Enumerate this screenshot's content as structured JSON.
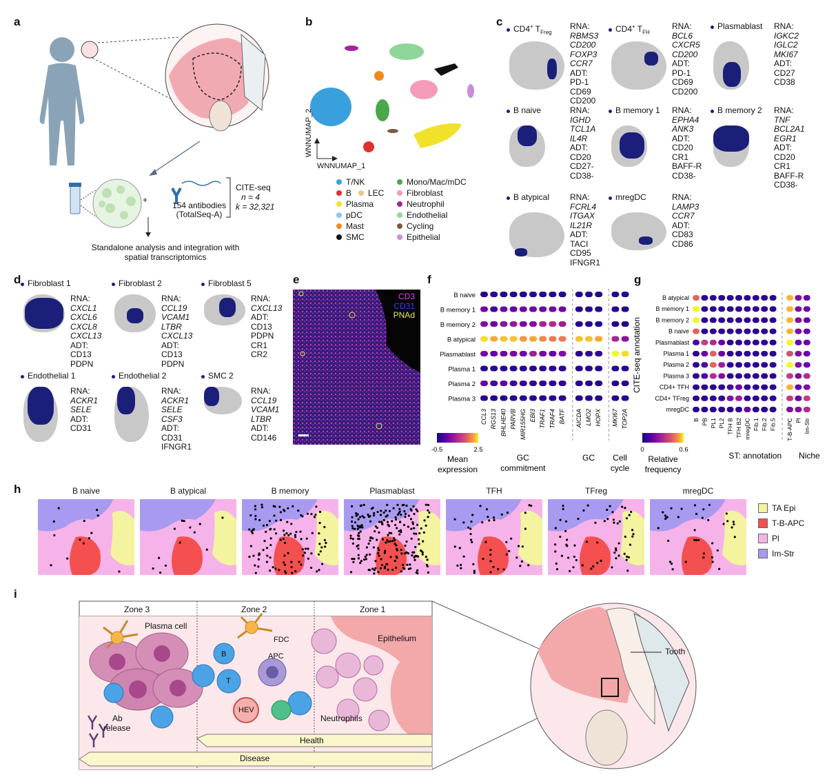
{
  "panel_letters": [
    "a",
    "b",
    "c",
    "d",
    "e",
    "f",
    "g",
    "h",
    "i"
  ],
  "a": {
    "cite_seq": "CITE-seq",
    "n": "n = 4",
    "k": "k = 32,321",
    "plus": "+",
    "antibodies_line1": "154 antibodies",
    "antibodies_line2": "(TotalSeq-A)",
    "caption_line1": "Standalone analysis and integration with",
    "caption_line2": "spatial transcriptomics"
  },
  "b": {
    "yaxis": "WNNUMAP_2",
    "xaxis": "WNNUMAP_1",
    "legend": [
      {
        "label": "T/NK",
        "color": "#3aa0dd"
      },
      {
        "label": "Mono/Mac/mDC",
        "color": "#4aa84a"
      },
      {
        "label": "B",
        "color": "#e0312f"
      },
      {
        "label": "LEC",
        "color": "#f2c28a"
      },
      {
        "label": "Fibroblast",
        "color": "#f39bb8"
      },
      {
        "label": "Plasma",
        "color": "#f2e12b"
      },
      {
        "label": "Neutrophil",
        "color": "#a3259e"
      },
      {
        "label": "pDC",
        "color": "#8fc7ee"
      },
      {
        "label": "Endothelial",
        "color": "#8fd69a"
      },
      {
        "label": "Mast",
        "color": "#f08a1e"
      },
      {
        "label": "Cycling",
        "color": "#7a5a47"
      },
      {
        "label": "SMC",
        "color": "#111111"
      },
      {
        "label": "Epithelial",
        "color": "#cc8ed8"
      }
    ]
  },
  "c": {
    "items": [
      {
        "title": "CD4",
        "sup": "+",
        "sub_prefix": " T",
        "sub": "Freg",
        "rna": [
          "RBMS3",
          "CD200",
          "FOXP3",
          "CCR7"
        ],
        "adt": [
          "PD-1",
          "CD69",
          "CD200"
        ]
      },
      {
        "title": "CD4",
        "sup": "+",
        "sub_prefix": " T",
        "sub": "FH",
        "rna": [
          "BCL6",
          "CXCR5",
          "CD200"
        ],
        "adt": [
          "PD-1",
          "CD69",
          "CD200"
        ]
      },
      {
        "title": "Plasmablast",
        "sup": "",
        "sub_prefix": "",
        "sub": "",
        "rna": [
          "IGKC2",
          "IGLC2",
          "MKI67"
        ],
        "adt": [
          "CD27",
          "CD38"
        ]
      },
      {
        "title": "B naive",
        "sup": "",
        "sub_prefix": "",
        "sub": "",
        "rna": [
          "IGHD",
          "TCL1A",
          "IL4R"
        ],
        "adt": [
          "CD20",
          "CD27-",
          "CD38-"
        ]
      },
      {
        "title": "B memory 1",
        "sup": "",
        "sub_prefix": "",
        "sub": "",
        "rna": [
          "EPHA4",
          "ANK3"
        ],
        "adt": [
          "CD20",
          "CR1",
          "BAFF-R",
          "CD38-"
        ]
      },
      {
        "title": "B memory 2",
        "sup": "",
        "sub_prefix": "",
        "sub": "",
        "rna": [
          "TNF",
          "BCL2A1",
          "EGR1"
        ],
        "adt": [
          "CD20",
          "CR1",
          "BAFF-R",
          "CD38-"
        ]
      },
      {
        "title": "B atypical",
        "sup": "",
        "sub_prefix": "",
        "sub": "",
        "rna": [
          "FCRL4",
          "ITGAX",
          "IL21R"
        ],
        "adt": [
          "TACI",
          "CD95",
          "IFNGR1"
        ]
      },
      {
        "title": "mregDC",
        "sup": "",
        "sub_prefix": "",
        "sub": "",
        "rna": [
          "LAMP3",
          "CCR7"
        ],
        "adt": [
          "CD83",
          "CD86"
        ]
      }
    ],
    "rna_label": "RNA:",
    "adt_label": "ADT:"
  },
  "d": {
    "items": [
      {
        "title": "Fibroblast 1",
        "rna": [
          "CXCL1",
          "CXCL6",
          "CXCL8",
          "CXCL13"
        ],
        "adt": [
          "CD13",
          "PDPN"
        ]
      },
      {
        "title": "Fibroblast 2",
        "rna": [
          "CCL19",
          "VCAM1",
          "LTBR",
          "CXCL13"
        ],
        "adt": [
          "CD13",
          "PDPN"
        ]
      },
      {
        "title": "Fibroblast 5",
        "rna": [
          "CXCL13"
        ],
        "adt": [
          "CD13",
          "PDPN",
          "CR1",
          "CR2"
        ]
      },
      {
        "title": "Endothelial 1",
        "rna": [
          "ACKR1",
          "SELE"
        ],
        "adt": [
          "CD31"
        ]
      },
      {
        "title": "Endothelial 2",
        "rna": [
          "ACKR1",
          "SELE",
          "CSF3"
        ],
        "adt": [
          "CD31",
          "IFNGR1"
        ]
      },
      {
        "title": "SMC 2",
        "rna": [
          "CCL19",
          "VCAM1",
          "LTBR"
        ],
        "adt": [
          "CD146"
        ]
      }
    ],
    "rna_label": "RNA:",
    "adt_label": "ADT:"
  },
  "e": {
    "channels": [
      {
        "label": "CD3",
        "color": "#e040e0"
      },
      {
        "label": "CD31",
        "color": "#3a3aff"
      },
      {
        "label": "PNAd",
        "color": "#e8e860"
      }
    ]
  },
  "chart_data": [
    {
      "panel": "f",
      "type": "heatmap",
      "rows": [
        "B naive",
        "B memory 1",
        "B memory 2",
        "B atypical",
        "Plasmablast",
        "Plasma 1",
        "Plasma 2",
        "Plasma 3"
      ],
      "columns": [
        "CCL3",
        "RGS13",
        "BHLHE40",
        "PARVB",
        "MIR155HG",
        "EBI3",
        "TRAF1",
        "TRAF4",
        "BATF",
        "AICDA",
        "LMO2",
        "HOPX",
        "MKI67",
        "TOP2A"
      ],
      "column_groups": [
        {
          "label": "GC commitment",
          "columns": [
            "CCL3",
            "RGS13",
            "BHLHE40",
            "PARVB",
            "MIR155HG",
            "EBI3",
            "TRAF1",
            "TRAF4",
            "BATF"
          ]
        },
        {
          "label": "GC",
          "columns": [
            "AICDA",
            "LMO2",
            "HOPX"
          ]
        },
        {
          "label": "Cell cycle",
          "columns": [
            "MKI67",
            "TOP2A"
          ]
        }
      ],
      "values": [
        [
          -0.3,
          -0.3,
          -0.3,
          -0.3,
          -0.3,
          -0.3,
          -0.3,
          -0.3,
          -0.3,
          -0.3,
          -0.3,
          -0.3,
          -0.3,
          -0.3
        ],
        [
          0.3,
          -0.1,
          0.3,
          0.2,
          0.3,
          0.3,
          0.3,
          0.3,
          0.3,
          -0.3,
          -0.3,
          -0.3,
          -0.3,
          -0.3
        ],
        [
          0.5,
          0.3,
          0.6,
          0.7,
          0.4,
          0.5,
          0.9,
          1.0,
          0.8,
          -0.3,
          -0.3,
          -0.3,
          -0.3,
          -0.3
        ],
        [
          2.4,
          2.2,
          2.3,
          2.3,
          2.1,
          2.2,
          2.0,
          1.9,
          1.9,
          2.3,
          2.3,
          2.2,
          0.9,
          0.6
        ],
        [
          0.4,
          0.2,
          0.3,
          0.4,
          0.3,
          0.8,
          0.4,
          0.2,
          0.5,
          -0.3,
          -0.2,
          -0.2,
          2.5,
          2.4
        ],
        [
          -0.3,
          -0.3,
          -0.3,
          -0.3,
          -0.3,
          -0.3,
          -0.3,
          -0.3,
          -0.3,
          -0.3,
          -0.3,
          -0.3,
          -0.3,
          -0.3
        ],
        [
          0.3,
          -0.1,
          0.2,
          -0.1,
          -0.2,
          -0.2,
          -0.2,
          -0.2,
          -0.2,
          -0.3,
          -0.3,
          -0.3,
          -0.3,
          -0.3
        ],
        [
          -0.3,
          -0.3,
          -0.3,
          -0.3,
          -0.3,
          -0.3,
          -0.3,
          -0.3,
          -0.3,
          -0.3,
          -0.3,
          -0.3,
          -0.3,
          -0.3
        ]
      ],
      "scale": {
        "min": -0.5,
        "max": 2.5,
        "label_line1": "Mean",
        "label_line2": "expression"
      }
    },
    {
      "panel": "g",
      "type": "heatmap",
      "ylabel": "CITE-seq annotation",
      "rows": [
        "B atypical",
        "B memory 1",
        "B memory 2",
        "B naive",
        "Plasmablast",
        "Plasma 1",
        "Plasma 2",
        "Plasma 3",
        "CD4+ TFH",
        "CD4+ TFreg",
        "mregDC"
      ],
      "columns": [
        "B",
        "PB",
        "PL1",
        "PL2",
        "TFH B",
        "TFH B2",
        "mregDC",
        "Fib.1",
        "Fib.2",
        "Fib.5",
        "T-B-APC",
        "Pl",
        "Im-Str"
      ],
      "column_groups": [
        {
          "label": "ST: annotation",
          "columns": [
            "B",
            "PB",
            "PL1",
            "PL2",
            "TFH B",
            "TFH B2",
            "mregDC",
            "Fib.1",
            "Fib.2",
            "Fib.5"
          ]
        },
        {
          "label": "Niche",
          "columns": [
            "T-B-APC",
            "Pl",
            "Im-Str"
          ]
        }
      ],
      "values": [
        [
          0.45,
          0.05,
          0.05,
          0.05,
          0.05,
          0.05,
          0.05,
          0.05,
          0.05,
          0.05,
          0.55,
          0.2,
          0.15
        ],
        [
          0.6,
          0.05,
          0.05,
          0.05,
          0.05,
          0.05,
          0.05,
          0.05,
          0.05,
          0.05,
          0.55,
          0.2,
          0.15
        ],
        [
          0.6,
          0.05,
          0.05,
          0.05,
          0.05,
          0.05,
          0.05,
          0.05,
          0.05,
          0.05,
          0.55,
          0.2,
          0.15
        ],
        [
          0.45,
          0.05,
          0.05,
          0.05,
          0.05,
          0.05,
          0.05,
          0.05,
          0.05,
          0.05,
          0.55,
          0.2,
          0.15
        ],
        [
          0.1,
          0.35,
          0.3,
          0.15,
          0.05,
          0.05,
          0.05,
          0.05,
          0.05,
          0.05,
          0.6,
          0.15,
          0.15
        ],
        [
          0.05,
          0.15,
          0.45,
          0.15,
          0.05,
          0.05,
          0.05,
          0.05,
          0.05,
          0.05,
          0.4,
          0.2,
          0.15
        ],
        [
          0.05,
          0.1,
          0.45,
          0.25,
          0.05,
          0.05,
          0.05,
          0.05,
          0.05,
          0.05,
          0.6,
          0.2,
          0.15
        ],
        [
          0.05,
          0.1,
          0.3,
          0.2,
          0.05,
          0.05,
          0.05,
          0.05,
          0.05,
          0.05,
          0.35,
          0.2,
          0.3
        ],
        [
          0.05,
          0.05,
          0.05,
          0.05,
          0.1,
          0.15,
          0.05,
          0.05,
          0.05,
          0.05,
          0.55,
          0.15,
          0.2
        ],
        [
          0.05,
          0.05,
          0.05,
          0.05,
          0.2,
          0.25,
          0.05,
          0.05,
          0.05,
          0.05,
          0.35,
          0.15,
          0.35
        ],
        [
          0.05,
          0.05,
          0.05,
          0.05,
          0.05,
          0.05,
          0.15,
          0.05,
          0.05,
          0.05,
          0.2,
          0.2,
          0.3
        ]
      ],
      "scale": {
        "min": 0,
        "max": 0.6,
        "label_line1": "Relative",
        "label_line2": "frequency"
      }
    }
  ],
  "h": {
    "panels": [
      "B naive",
      "B atypical",
      "B memory",
      "Plasmablast",
      "TFH",
      "TFreg",
      "mregDC"
    ],
    "legend": [
      {
        "label": "TA Epi",
        "color": "#f3f3a0"
      },
      {
        "label": "T-B-APC",
        "color": "#f4504f"
      },
      {
        "label": "Pl",
        "color": "#f6b3e9"
      },
      {
        "label": "Im-Str",
        "color": "#a79af0"
      }
    ],
    "dot_density": [
      0.05,
      0.05,
      0.45,
      0.9,
      0.2,
      0.25,
      0.15
    ]
  },
  "i": {
    "zones": [
      "Zone 3",
      "Zone 2",
      "Zone 1"
    ],
    "labels": {
      "plasma_cell": "Plasma cell",
      "fdc": "FDC",
      "b": "B",
      "apc": "APC",
      "t": "T",
      "hev": "HEV",
      "epithelium": "Epithelium",
      "neutrophils": "Neutrophils",
      "ab1": "Ab",
      "ab2": "release",
      "tooth": "Tooth",
      "health": "Health",
      "disease": "Disease"
    }
  }
}
